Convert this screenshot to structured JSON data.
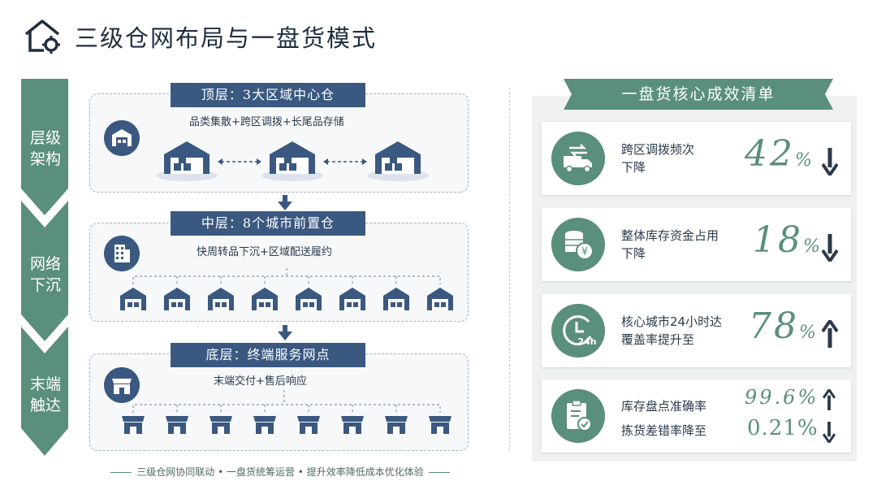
{
  "header": {
    "title": "三级仓网布局与一盘货模式"
  },
  "left_arrows": [
    {
      "label1": "层级",
      "label2": "架构"
    },
    {
      "label1": "网络",
      "label2": "下沉"
    },
    {
      "label1": "末端",
      "label2": "触达"
    }
  ],
  "tiers": [
    {
      "label": "顶层：3大区域中心仓",
      "sub": "品类集散+跨区调拨+长尾品存储",
      "icon": "warehouse-icon"
    },
    {
      "label": "中层：8个城市前置仓",
      "sub": "快周转品下沉+区域配送履约",
      "icon": "building-icon"
    },
    {
      "label": "底层：终端服务网点",
      "sub": "末端交付+售后响应",
      "icon": "store-icon"
    }
  ],
  "right_panel": {
    "title": "一盘货核心成效清单",
    "cards": [
      {
        "desc1": "跨区调拨频次",
        "desc2": "下降",
        "value": "42",
        "unit": "%",
        "direction": "down",
        "icon": "truck-swap-icon"
      },
      {
        "desc1": "整体库存资金占用",
        "desc2": "下降",
        "value": "18",
        "unit": "%",
        "direction": "down",
        "icon": "coins-yen-icon"
      },
      {
        "desc1": "核心城市24小时达",
        "desc2": "覆盖率提升至",
        "value": "78",
        "unit": "%",
        "direction": "up",
        "icon": "clock-24h-icon"
      },
      {
        "desc1": "库存盘点准确率",
        "desc2": "拣货差错率降至",
        "value1": "99.6%",
        "value2": "0.21%",
        "icon": "clipboard-check-icon"
      }
    ]
  },
  "footer": {
    "text": "三级仓网协同联动 • 一盘货统筹运营 • 提升效率降低成本优化体验"
  },
  "colors": {
    "navy": "#3a5880",
    "green": "#5a8f7b"
  }
}
